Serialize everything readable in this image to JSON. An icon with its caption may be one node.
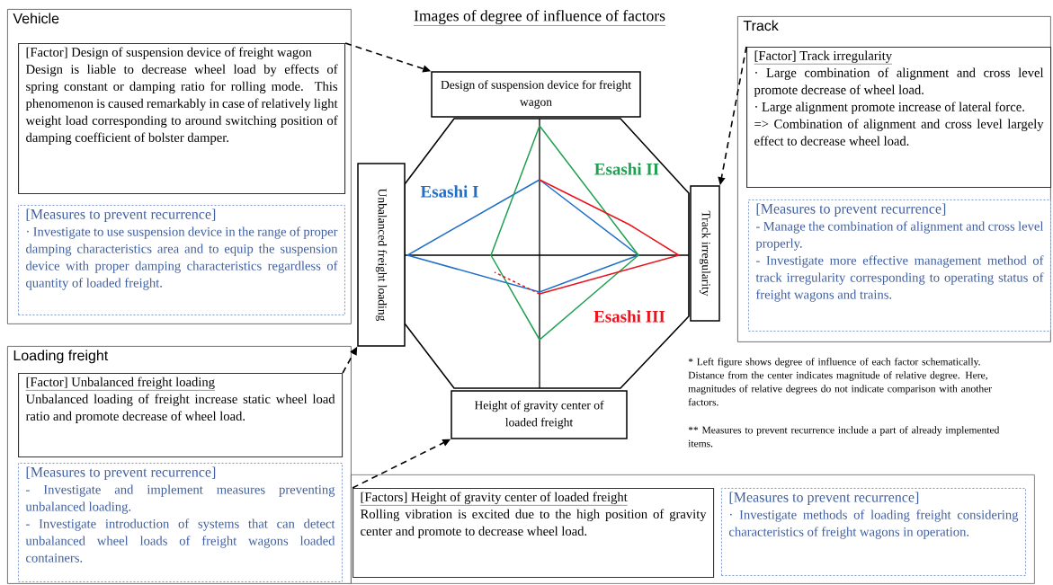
{
  "diagram": {
    "title": "Images of degree of influence of factors",
    "nodes": [
      {
        "text": [
          "Vehicle"
        ]
      },
      {
        "text": [
          "[Factor] Design of suspension device of freight wagon",
          "Design is liable to decrease wheel load by effects of spring constant or damping ratio for rolling mode. This phenomenon is caused remarkably in case of relatively light weight load corresponding to around switching position of damping coefficient of bolster damper."
        ],
        "in": 0
      },
      {
        "text": [
          "[Measures to prevent recurrence]",
          "· Investigate to use suspension device in the range of proper damping characteristics area and to equip the suspension device with proper damping characteristics regardless of quantity of loaded freight."
        ],
        "in": 0
      },
      {
        "text": [
          "Track"
        ]
      },
      {
        "text": [
          "[Factor] Track irregularity",
          "· Large combination of alignment and cross level promote decrease of wheel load.",
          "· Large alignment promote increase of lateral force.",
          "=> Combination of alignment and cross level largely effect to decrease wheel load."
        ],
        "in": 3
      },
      {
        "text": [
          "[Measures to prevent recurrence]",
          "- Manage the combination of alignment and cross level properly.",
          "- Investigate more effective management method of track irregularity corresponding to operating status of freight wagons and trains."
        ],
        "in": 3
      },
      {
        "text": [
          "Loading freight"
        ]
      },
      {
        "text": [
          "[Factor] Unbalanced freight loading",
          "Unbalanced loading of freight increase static wheel load ratio and promote decrease of wheel load."
        ],
        "in": 6
      },
      {
        "text": [
          "[Measures to prevent recurrence]",
          "- Investigate and implement measures preventing unbalanced loading.",
          "- Investigate introduction of systems that can detect unbalanced wheel loads of freight wagons loaded containers."
        ],
        "in": 6
      },
      {
        "text": [],
        "shape": "box"
      },
      {
        "text": [
          "[Factors] Height of gravity center of loaded freight",
          "Rolling vibration is excited due to the high position of gravity center and promote to decrease wheel load."
        ],
        "in": 9
      },
      {
        "text": [
          "[Measures to prevent recurrence]",
          "· Investigate methods of loading freight considering characteristics of freight wagons in operation."
        ],
        "in": 9
      },
      {
        "text": [
          "Design of suspension device for freight wagon"
        ]
      },
      {
        "text": [
          "Track irregularity"
        ]
      },
      {
        "text": [
          "Height of gravity center of loaded freight"
        ]
      },
      {
        "text": [
          "Unbalanced freight loading"
        ]
      }
    ],
    "edges": [
      {
        "from": 1,
        "to": 12,
        "arrow": "to",
        "style": "dashed"
      },
      {
        "from": 4,
        "to": 13,
        "arrow": "to",
        "style": "dashed"
      },
      {
        "from": 7,
        "to": 15,
        "arrow": "to",
        "style": "dashed"
      },
      {
        "from": 10,
        "to": 14,
        "arrow": "to",
        "style": "dashed"
      }
    ],
    "labels": [
      "Esashi I",
      "Esashi II",
      "Esashi III",
      "* Left figure shows degree of influence of each factor schematically. Distance from the center indicates magnitude of relative degree. Here, magnitudes of relative degrees do not indicate comparison with another factors.",
      "** Measures to prevent recurrence include a part of already implemented items."
    ]
  }
}
